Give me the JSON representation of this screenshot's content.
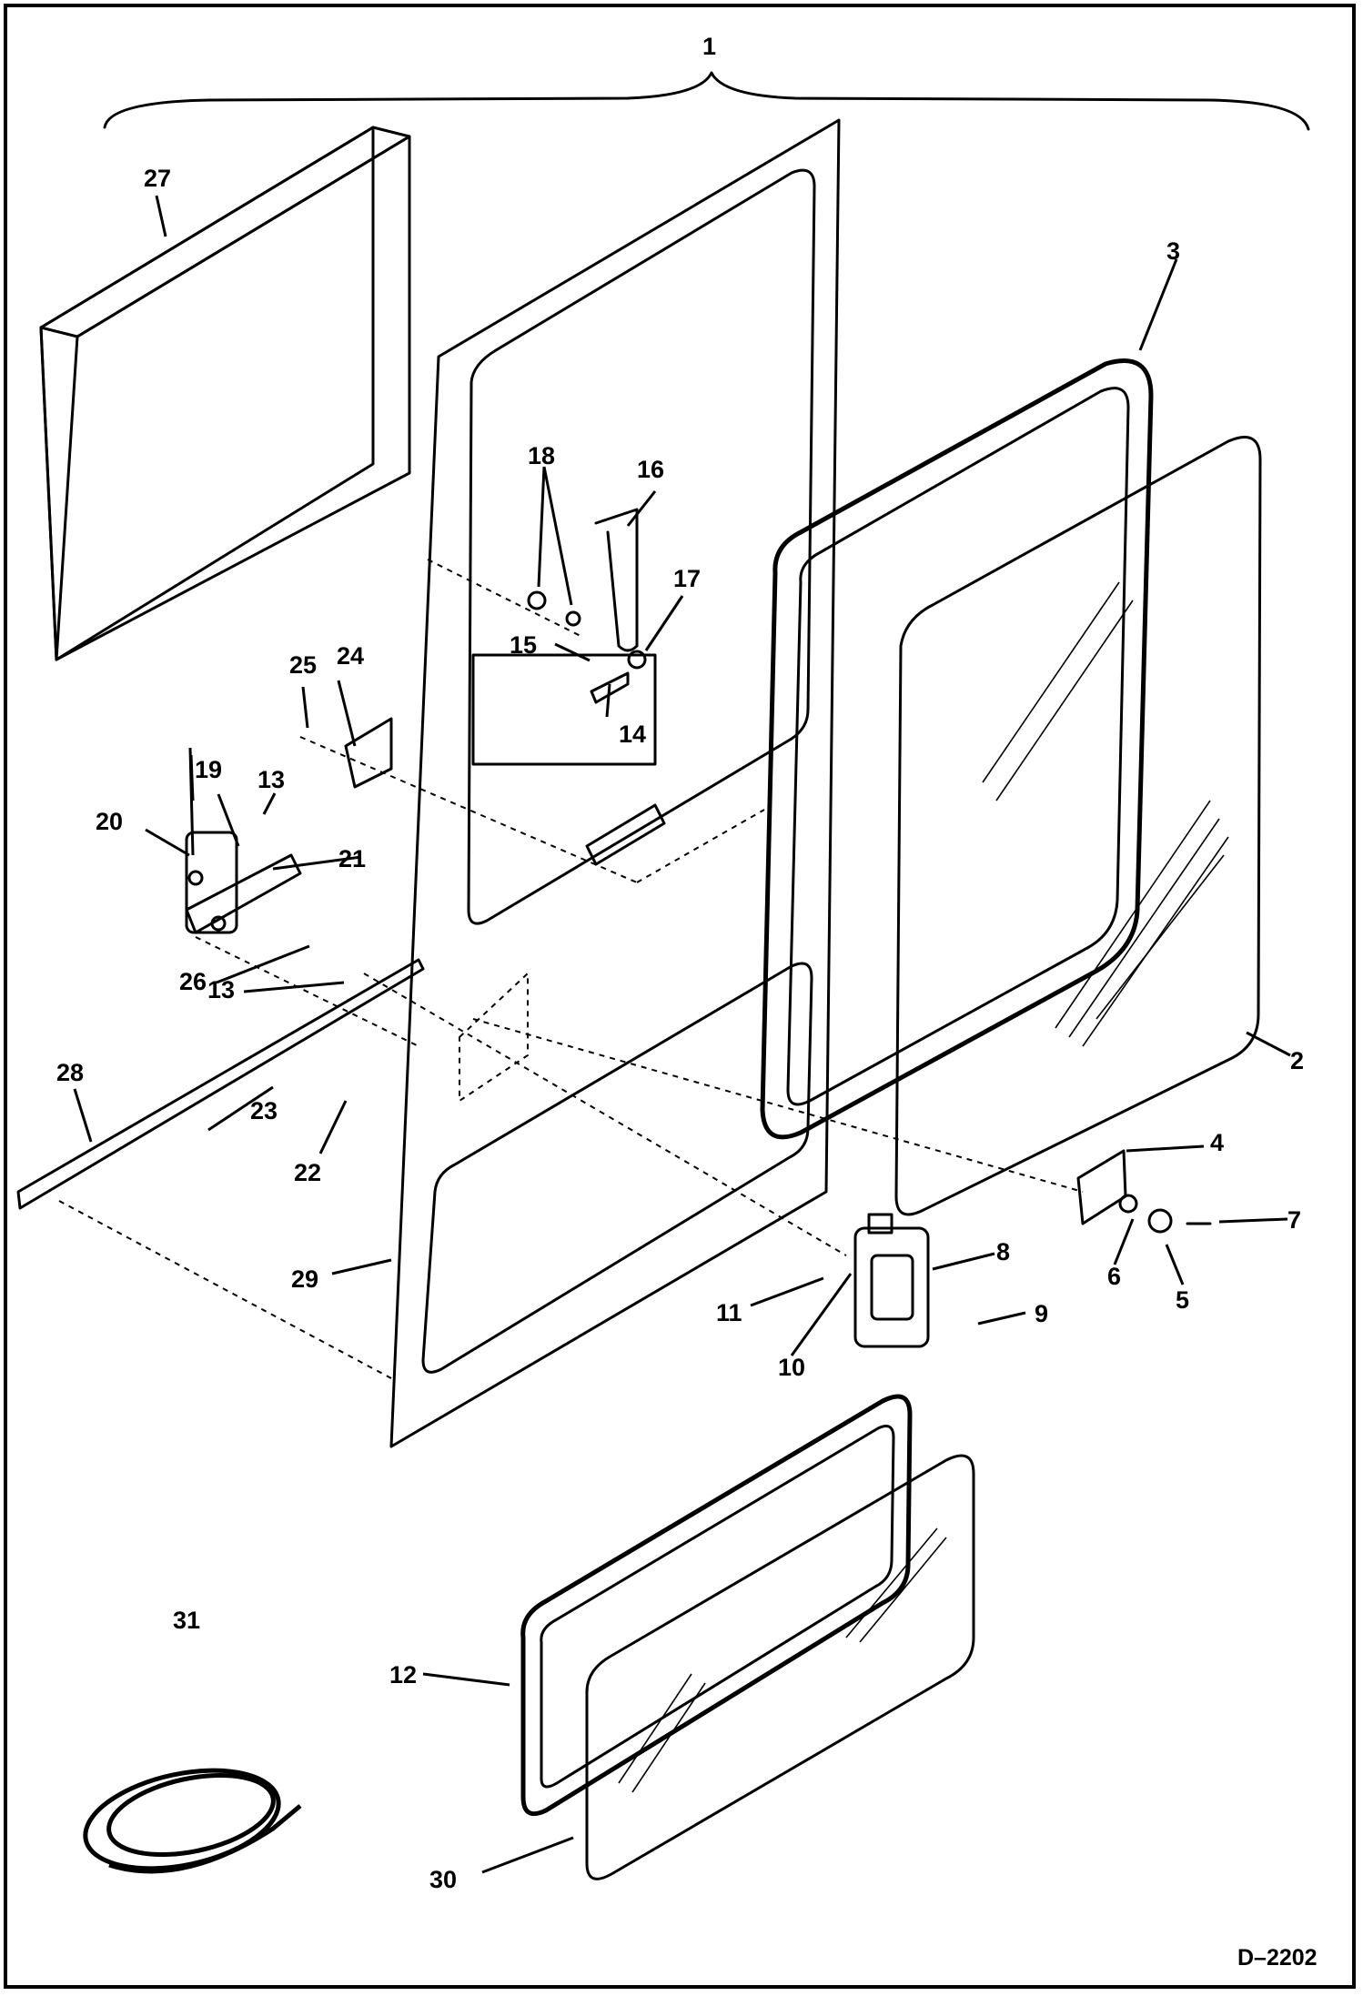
{
  "figure_ref": "D–2202",
  "callouts": [
    {
      "id": "c1",
      "text": "1"
    },
    {
      "id": "c2",
      "text": "2"
    },
    {
      "id": "c3",
      "text": "3"
    },
    {
      "id": "c4",
      "text": "4"
    },
    {
      "id": "c5",
      "text": "5"
    },
    {
      "id": "c6",
      "text": "6"
    },
    {
      "id": "c7",
      "text": "7"
    },
    {
      "id": "c8",
      "text": "8"
    },
    {
      "id": "c9",
      "text": "9"
    },
    {
      "id": "c10",
      "text": "10"
    },
    {
      "id": "c11",
      "text": "11"
    },
    {
      "id": "c12",
      "text": "12"
    },
    {
      "id": "c13a",
      "text": "13"
    },
    {
      "id": "c13b",
      "text": "13"
    },
    {
      "id": "c14",
      "text": "14"
    },
    {
      "id": "c15",
      "text": "15"
    },
    {
      "id": "c16",
      "text": "16"
    },
    {
      "id": "c17",
      "text": "17"
    },
    {
      "id": "c18",
      "text": "18"
    },
    {
      "id": "c19",
      "text": "19"
    },
    {
      "id": "c20",
      "text": "20"
    },
    {
      "id": "c21",
      "text": "21"
    },
    {
      "id": "c22",
      "text": "22"
    },
    {
      "id": "c23",
      "text": "23"
    },
    {
      "id": "c24",
      "text": "24"
    },
    {
      "id": "c25",
      "text": "25"
    },
    {
      "id": "c26",
      "text": "26"
    },
    {
      "id": "c27",
      "text": "27"
    },
    {
      "id": "c28",
      "text": "28"
    },
    {
      "id": "c29",
      "text": "29"
    },
    {
      "id": "c30",
      "text": "30"
    },
    {
      "id": "c31",
      "text": "31"
    }
  ]
}
